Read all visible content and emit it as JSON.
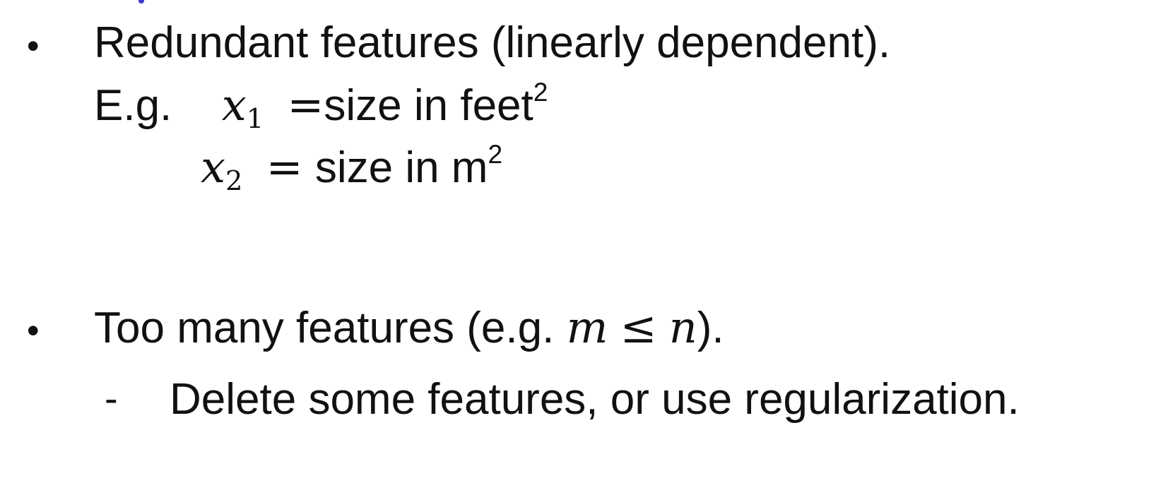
{
  "bullets": [
    {
      "marker": "•",
      "text": "Redundant features (linearly dependent).",
      "example": {
        "prefix": "E.g.",
        "lines": [
          {
            "var": "x",
            "sub": "1",
            "op": "=",
            "text": "size in feet",
            "sup": "2"
          },
          {
            "var": "x",
            "sub": "2",
            "op": "=",
            "text": "size in m",
            "sup": "2"
          }
        ]
      }
    },
    {
      "marker": "•",
      "text_before": "Too many features (e.g.",
      "math": {
        "left": "m",
        "op": "≤",
        "right": "n"
      },
      "text_after": ").",
      "sub_items": [
        {
          "marker": "-",
          "text": "Delete some features, or use regularization."
        }
      ]
    }
  ]
}
